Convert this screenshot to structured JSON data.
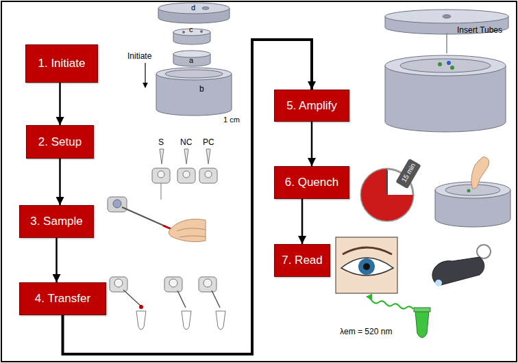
{
  "diagram": {
    "nodes": [
      {
        "text": [
          "1. Initiate"
        ]
      },
      {
        "text": [
          "2. Setup"
        ]
      },
      {
        "text": [
          "3. Sample"
        ]
      },
      {
        "text": [
          "4. Transfer"
        ]
      },
      {
        "text": [
          "5. Amplify"
        ]
      },
      {
        "text": [
          "6. Quench"
        ]
      },
      {
        "text": [
          "7. Read"
        ]
      }
    ],
    "edges": [
      {
        "from": 0,
        "to": 1,
        "arrow": "to"
      },
      {
        "from": 1,
        "to": 2,
        "arrow": "to"
      },
      {
        "from": 2,
        "to": 3,
        "arrow": "to"
      },
      {
        "from": 3,
        "to": 4,
        "arrow": "to"
      },
      {
        "from": 4,
        "to": 5,
        "arrow": "to"
      },
      {
        "from": 5,
        "to": 6,
        "arrow": "to"
      }
    ],
    "labels": [
      "d",
      "Initiate",
      "c",
      "a",
      "b",
      "1 cm",
      "S",
      "NC",
      "PC",
      "Insert Tubes",
      "15 min",
      "λem = 520 nm"
    ]
  }
}
